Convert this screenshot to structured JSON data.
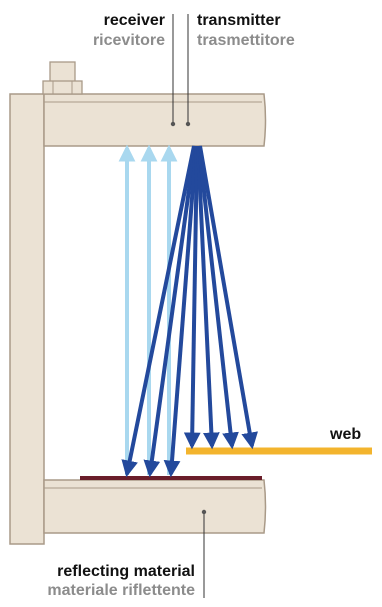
{
  "labels": {
    "receiver": {
      "en": "receiver",
      "it": "ricevitore"
    },
    "transmitter": {
      "en": "transmitter",
      "it": "trasmettitore"
    },
    "web": "web",
    "reflecting_material": {
      "en": "reflecting material",
      "it": "materiale riflettente"
    }
  },
  "colors": {
    "frame_fill": "#ebe2d4",
    "frame_stroke": "#a99a88",
    "emitted_beam": "#23499c",
    "received_beam": "#a9d8ef",
    "web": "#f3b42d",
    "reflector": "#6a1d2a",
    "label_primary": "#111111",
    "label_secondary": "#8c8c8c"
  }
}
